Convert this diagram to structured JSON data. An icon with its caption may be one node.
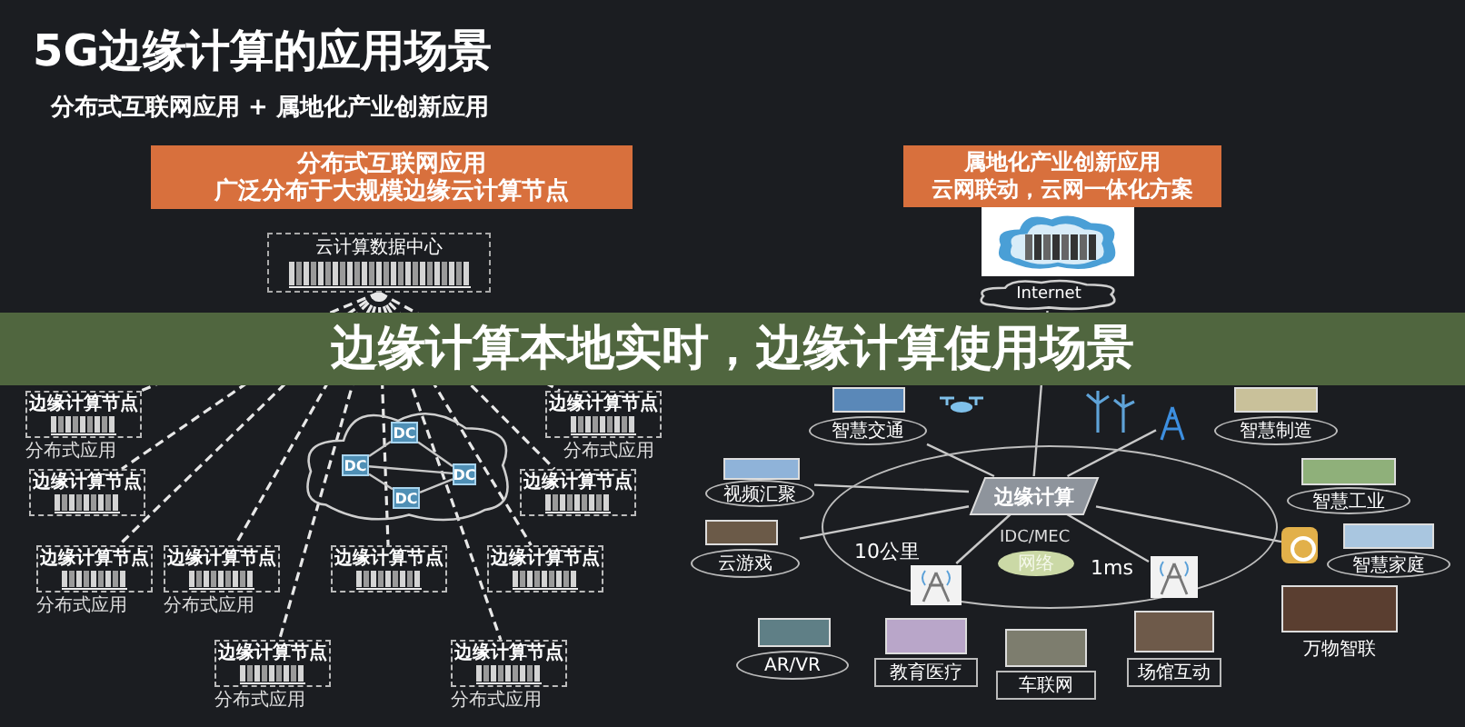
{
  "diagram": {
    "title": "5G边缘计算的应用场景",
    "nodes": [
      {
        "text": [
          "分布式互联网应用",
          "广泛分布于大规模边缘云计算节点"
        ]
      },
      {
        "text": [
          "云计算数据中心"
        ]
      },
      {
        "text": [],
        "shape": "cloud"
      },
      {
        "text": [
          "DC"
        ],
        "in": 2
      },
      {
        "text": [
          "DC"
        ],
        "in": 2
      },
      {
        "text": [
          "DC"
        ],
        "in": 2
      },
      {
        "text": [
          "DC"
        ],
        "in": 2
      },
      {
        "text": [
          "边缘计算节点"
        ],
        "beside": [
          "分布式应用"
        ]
      },
      {
        "text": [
          "边缘计算节点"
        ],
        "beside": [
          "分布式应用"
        ]
      },
      {
        "text": [
          "边缘计算节点"
        ]
      },
      {
        "text": [
          "边缘计算节点"
        ],
        "beside": [
          "分布式应用"
        ]
      },
      {
        "text": [
          "边缘计算节点"
        ],
        "beside": [
          "分布式应用"
        ]
      },
      {
        "text": [
          "边缘计算节点"
        ]
      },
      {
        "text": [
          "边缘计算节点"
        ]
      },
      {
        "text": [
          "边缘计算节点"
        ]
      },
      {
        "text": [
          "边缘计算节点"
        ],
        "beside": [
          "分布式应用"
        ]
      },
      {
        "text": [
          "边缘计算节点"
        ],
        "beside": [
          "分布式应用"
        ]
      },
      {
        "text": [
          "属地化产业创新应用",
          "云网联动，云网一体化方案"
        ]
      },
      {
        "text": [],
        "shape": "picture"
      },
      {
        "text": [
          "Internet"
        ]
      },
      {
        "text": [],
        "shape": "circle"
      },
      {
        "text": [
          "边缘计算"
        ],
        "beside": [
          "IDC/MEC"
        ],
        "in": 20
      },
      {
        "text": [
          "网络"
        ],
        "in": 20
      },
      {
        "text": [],
        "shape": "picture",
        "in": 20
      },
      {
        "text": [],
        "shape": "picture",
        "in": 20
      },
      {
        "text": [],
        "shape": "picture"
      },
      {
        "text": [],
        "shape": "picture"
      },
      {
        "text": [
          "智慧交通"
        ]
      },
      {
        "text": [
          "视频汇聚"
        ]
      },
      {
        "text": [
          "云游戏"
        ]
      },
      {
        "text": [
          "AR/VR"
        ]
      },
      {
        "text": [
          "教育医疗"
        ]
      },
      {
        "text": [
          "车联网"
        ]
      },
      {
        "text": [
          "场馆互动"
        ]
      },
      {
        "text": [
          "万物智联"
        ]
      },
      {
        "text": [
          "智慧家庭"
        ]
      },
      {
        "text": [
          "智慧工业"
        ]
      },
      {
        "text": [
          "智慧制造"
        ]
      }
    ],
    "edges": [
      {
        "from": 1,
        "to": 7,
        "arrow": "none",
        "style": "dashed"
      },
      {
        "from": 1,
        "to": 8,
        "arrow": "none",
        "style": "dashed"
      },
      {
        "from": 1,
        "to": 9,
        "arrow": "none",
        "style": "dashed"
      },
      {
        "from": 1,
        "to": 10,
        "arrow": "none",
        "style": "dashed"
      },
      {
        "from": 1,
        "to": 11,
        "arrow": "none",
        "style": "dashed"
      },
      {
        "from": 1,
        "to": 12,
        "arrow": "none",
        "style": "dashed"
      },
      {
        "from": 1,
        "to": 13,
        "arrow": "none",
        "style": "dashed"
      },
      {
        "from": 1,
        "to": 14,
        "arrow": "none",
        "style": "dashed"
      },
      {
        "from": 1,
        "to": 15,
        "arrow": "none",
        "style": "dashed"
      },
      {
        "from": 1,
        "to": 16,
        "arrow": "none",
        "style": "dashed"
      },
      {
        "from": 3,
        "to": 4,
        "arrow": "none"
      },
      {
        "from": 3,
        "to": 6,
        "arrow": "none"
      },
      {
        "from": 4,
        "to": 5,
        "arrow": "none"
      },
      {
        "from": 6,
        "to": 5,
        "arrow": "none"
      },
      {
        "from": 3,
        "to": 5,
        "arrow": "none"
      },
      {
        "from": 19,
        "to": 21,
        "arrow": "none"
      },
      {
        "from": 21,
        "to": 27,
        "arrow": "none"
      },
      {
        "from": 21,
        "to": 28,
        "arrow": "none"
      },
      {
        "from": 21,
        "to": 29,
        "arrow": "none"
      },
      {
        "from": 21,
        "to": 23,
        "arrow": "none",
        "label": "10公里"
      },
      {
        "from": 21,
        "to": 24,
        "arrow": "none",
        "label": "1ms"
      },
      {
        "from": 21,
        "to": 25,
        "arrow": "none"
      },
      {
        "from": 21,
        "to": 26,
        "arrow": "none"
      }
    ],
    "labels": [
      "分布式互联网应用 + 属地化产业创新应用",
      "边缘计算本地实时，边缘计算使用场景"
    ]
  }
}
